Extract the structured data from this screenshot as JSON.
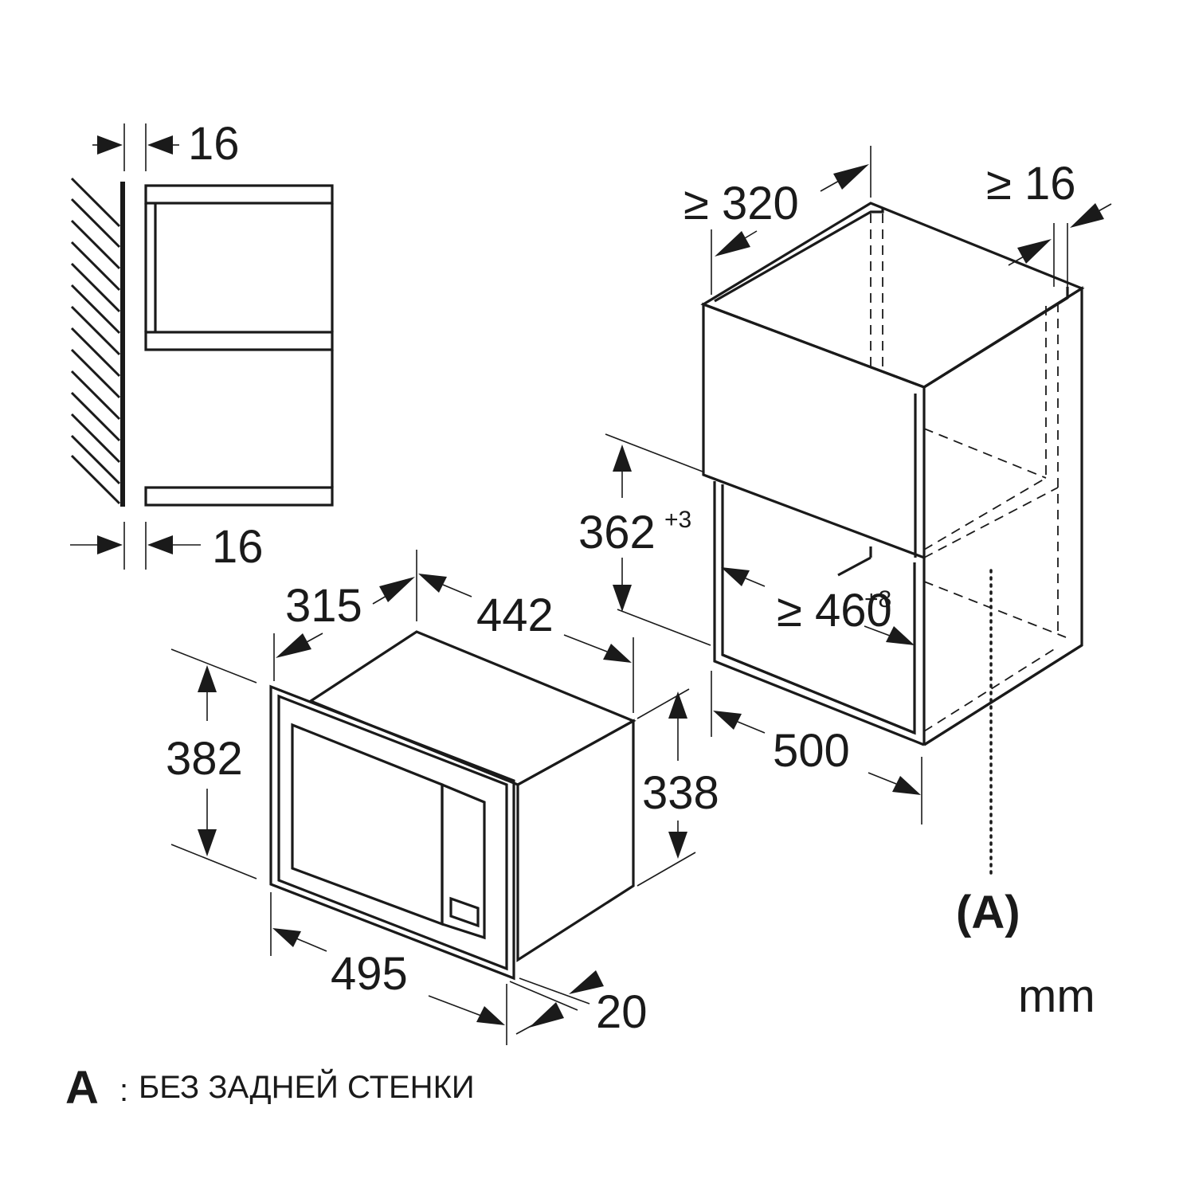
{
  "side_view": {
    "top_gap": "16",
    "bottom_gap": "16"
  },
  "microwave": {
    "depth": "315",
    "top_width": "442",
    "front_height": "382",
    "body_height": "338",
    "front_width": "495",
    "front_thickness": "20"
  },
  "cabinet": {
    "min_depth": "≥ 320",
    "min_side_gap": "≥ 16",
    "niche_height": "362",
    "niche_height_tol": "+3",
    "niche_width": "≥ 460",
    "niche_width_tol": "+8",
    "width": "500"
  },
  "callout": {
    "label": "(A)"
  },
  "unit": "mm",
  "legend": {
    "key": "A",
    "sep": ":",
    "text": "БЕЗ ЗАДНЕЙ СТЕНКИ"
  }
}
